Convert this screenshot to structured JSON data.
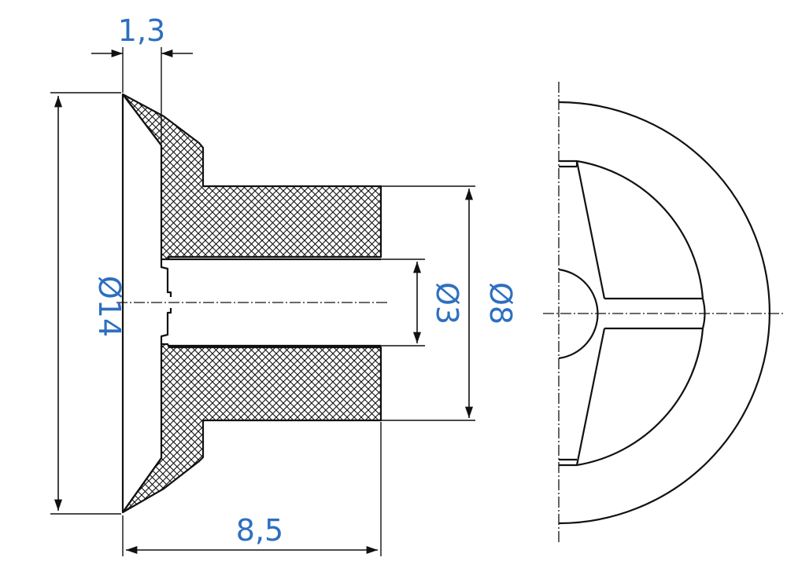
{
  "dimensions": {
    "head_thickness": "1,3",
    "head_diameter": "Ø14",
    "bore_diameter": "Ø3",
    "shank_diameter": "Ø8",
    "total_length": "8,5"
  },
  "colors": {
    "dimension_text": "#2d6fbf",
    "lines": "#111111"
  }
}
